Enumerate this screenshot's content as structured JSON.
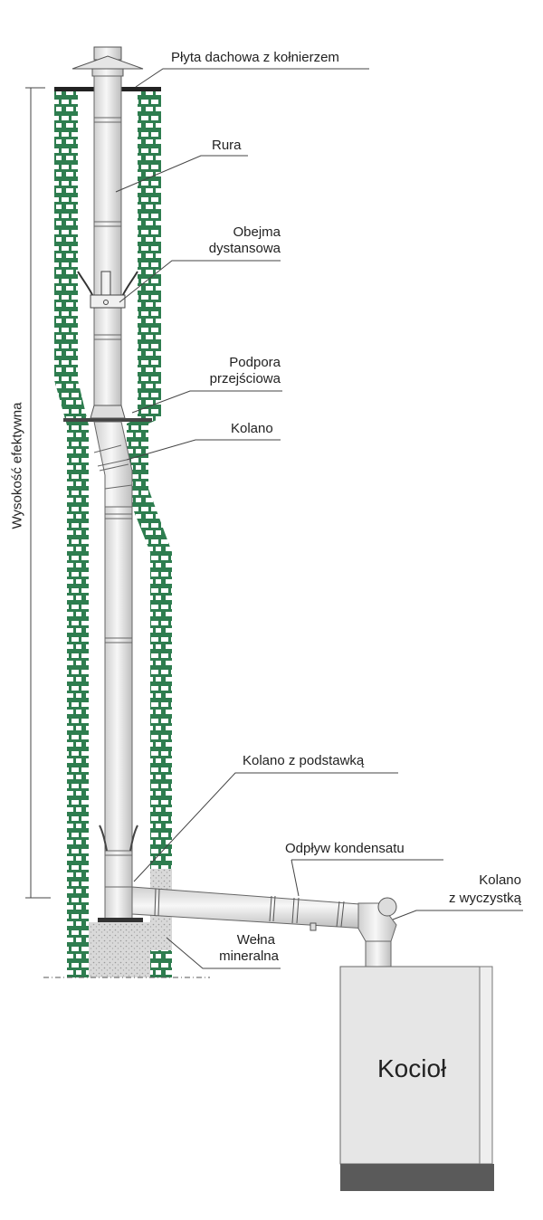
{
  "labels": {
    "roof_plate": "Płyta dachowa z kołnierzem",
    "pipe": "Rura",
    "spacer_clamp_1": "Obejma",
    "spacer_clamp_2": "dystansowa",
    "transition_support_1": "Podpora",
    "transition_support_2": "przejściowa",
    "elbow": "Kolano",
    "base_elbow": "Kolano z podstawką",
    "condensate_drain": "Odpływ kondensatu",
    "cleanout_elbow_1": "Kolano",
    "cleanout_elbow_2": "z wyczystką",
    "mineral_wool_1": "Wełna",
    "mineral_wool_2": "mineralna",
    "boiler": "Kocioł",
    "effective_height": "Wysokość efektywna"
  },
  "colors": {
    "brick": "#2e7d4f",
    "mortar": "#ffffff",
    "pipe_fill": "#e8e8e8",
    "pipe_stroke": "#555555",
    "boiler_fill": "#e6e6e6",
    "boiler_base": "#5a5a5a",
    "wool": "#d6d6d6"
  }
}
